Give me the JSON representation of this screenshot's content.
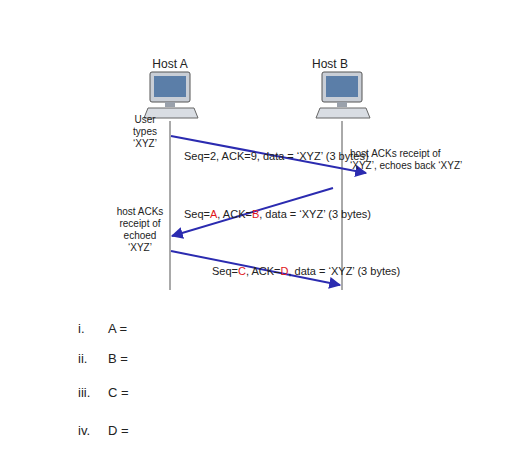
{
  "diagram": {
    "labels": [
      "Host A",
      "Host B",
      "User types ‘XYZ’",
      "Seq=2, ACK=9, data = ‘XYZ’ (3 bytes)",
      "host ACKs receipt of ‘XYZ’, echoes back ‘XYZ’",
      "Seq=A, ACK=B, data = ‘XYZ’ (3 bytes)",
      "host ACKs receipt of echoed ‘XYZ’",
      "Seq=C, ACK=D, data = ‘XYZ’ (3 bytes)",
      "i.",
      "A =",
      "ii.",
      "B =",
      "iii.",
      "C =",
      "iv.",
      "D ="
    ]
  }
}
